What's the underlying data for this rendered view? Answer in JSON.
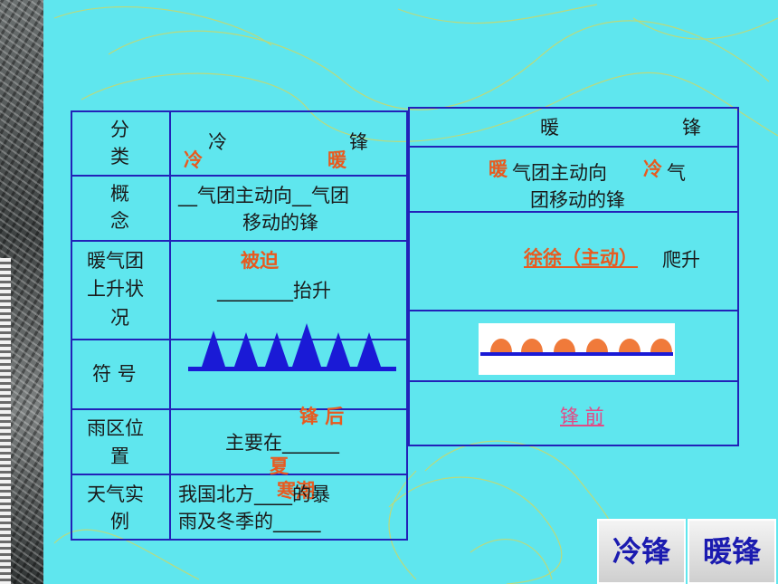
{
  "left_table": {
    "header": {
      "label_line1": "分",
      "label_line2": "类",
      "cold_front": "冷",
      "front": "锋",
      "ans_cold": "冷",
      "ans_warm": "暖"
    },
    "concept": {
      "label_line1": "概",
      "label_line2": "念",
      "line1": "__气团主动向__气团",
      "line2": "移动的锋"
    },
    "rise": {
      "label_line1": "暖气团",
      "label_line2": "上升状",
      "label_line3": "况",
      "answer": "被迫",
      "text": "________抬升"
    },
    "symbol": {
      "label": "符  号"
    },
    "rain": {
      "label_line1": "雨区位",
      "label_line2": "置",
      "answer": "锋  后",
      "text": "主要在______"
    },
    "weather": {
      "label_line1": "天气实",
      "label_line2": "例",
      "ans_summer": "夏",
      "ans_cold_wave": "寒潮",
      "line1": "我国北方____的暴",
      "line2": "雨及冬季的_____"
    }
  },
  "right_table": {
    "header": {
      "warm": "暖",
      "front": "锋"
    },
    "concept": {
      "ans_warm": "暖",
      "mid": "气团主动向",
      "ans_cold": "冷",
      "end": "气",
      "line2": "团移动的锋"
    },
    "rise": {
      "answer": "徐徐（主动）",
      "suffix": "爬升"
    },
    "rain": {
      "answer": "锋  前"
    }
  },
  "nav": {
    "cold_front_btn": "冷锋",
    "warm_front_btn": "暖锋"
  },
  "colors": {
    "background": "#5fe6ee",
    "table_border": "#2222b8",
    "answer_red": "#e85a1f",
    "answer_pink": "#e24a86",
    "cold_front_symbol": "#1a1ad6",
    "warm_front_symbol": "#f07a3a"
  }
}
